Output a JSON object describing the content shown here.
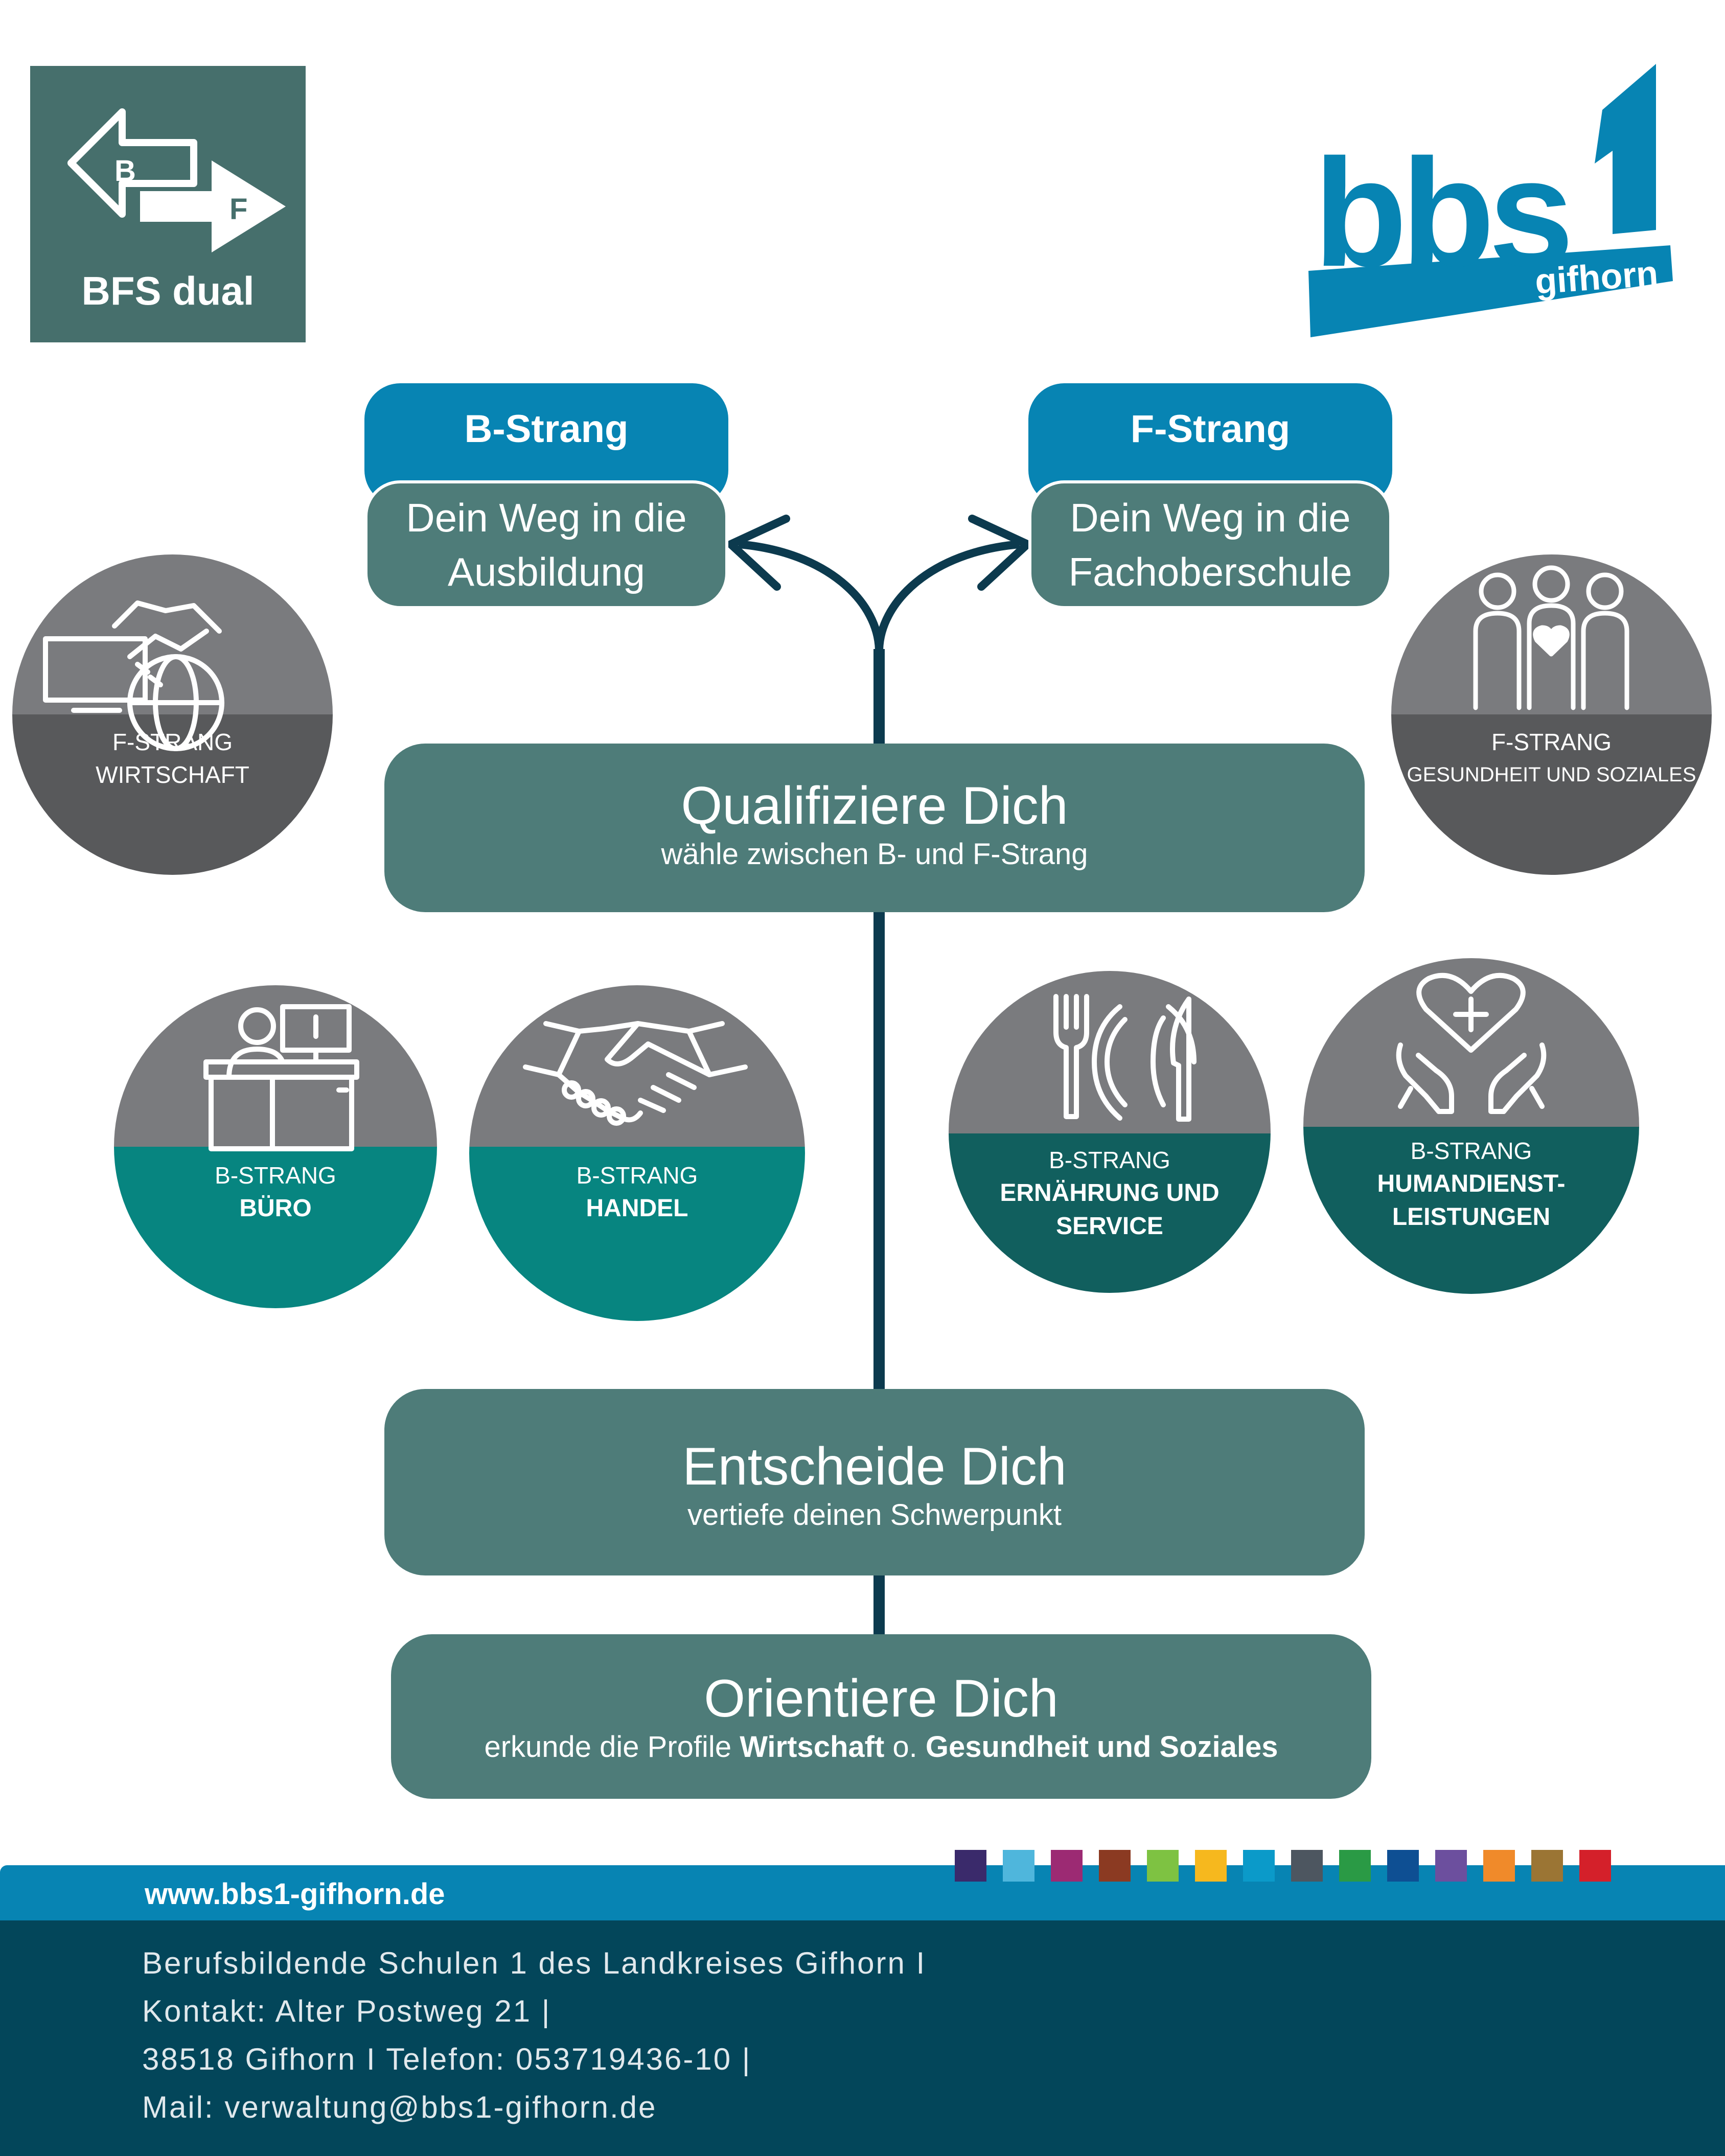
{
  "logo_bfs": {
    "b_letter": "B",
    "f_letter": "F",
    "label": "BFS dual",
    "bg_color": "#466f6c"
  },
  "logo_bbs": {
    "text": "bbs",
    "digit": "1",
    "sub": "gifhorn",
    "color": "#0784b3"
  },
  "strands": {
    "b": {
      "title": "B-Strang",
      "line1": "Dein Weg in die",
      "line2": "Ausbildung"
    },
    "f": {
      "title": "F-Strang",
      "line1": "Dein Weg in die",
      "line2": "Fachoberschule"
    }
  },
  "steps": {
    "qualifiziere": {
      "title": "Qualifiziere Dich",
      "subtitle": "wähle zwischen B- und F-Strang"
    },
    "entscheide": {
      "title": "Entscheide Dich",
      "subtitle": "vertiefe deinen Schwerpunkt"
    },
    "orientiere": {
      "title": "Orientiere Dich",
      "sub_prefix": "erkunde die Profile ",
      "sub_bold1": "Wirtschaft",
      "sub_mid": " o. ",
      "sub_bold2": "Gesundheit und Soziales"
    }
  },
  "circles": {
    "f_wirtschaft": {
      "line1": "F-STRANG",
      "line2": "WIRTSCHAFT",
      "icon": "handshake-globe-computer-icon"
    },
    "f_gesundheit": {
      "line1": "F-STRANG",
      "line2": "GESUNDHEIT UND SOZIALES",
      "icon": "people-heart-icon"
    },
    "b_buero": {
      "line1": "B-STRANG",
      "line2": "BÜRO",
      "icon": "office-desk-icon"
    },
    "b_handel": {
      "line1": "B-STRANG",
      "line2": "HANDEL",
      "icon": "handshake-icon"
    },
    "b_ernaehrung": {
      "line1": "B-STRANG",
      "line2": "ERNÄHRUNG UND",
      "line3": "SERVICE",
      "icon": "plate-cutlery-icon"
    },
    "b_human": {
      "line1": "B-STRANG",
      "line2": "HUMANDIENST-",
      "line3": "LEISTUNGEN",
      "icon": "hands-heart-icon"
    }
  },
  "colors": {
    "teal_box": "#4e7c79",
    "blue": "#0784b3",
    "teal_bright": "#078580",
    "teal_dark": "#115f5e",
    "grey_top": "#7a7b7e",
    "grey_dark": "#58595b",
    "footer_dark": "#03465a"
  },
  "footer": {
    "url": "www.bbs1-gifhorn.de",
    "line1": "Berufsbildende Schulen 1 des Landkreises Gifhorn I",
    "line2": "Kontakt: Alter Postweg 21 |",
    "line3": "38518 Gifhorn I Telefon: 053719436-10 |",
    "line4": "Mail: verwaltung@bbs1-gifhorn.de",
    "swatch_colors": [
      "#3a2a6b",
      "#4fb6dc",
      "#9c2a73",
      "#8b3a22",
      "#7ec242",
      "#f6b81e",
      "#0b9ac9",
      "#4d5660",
      "#2a9a45",
      "#0e4f93",
      "#6c4f9e",
      "#f08a2a",
      "#9b7534",
      "#d4202a"
    ]
  }
}
